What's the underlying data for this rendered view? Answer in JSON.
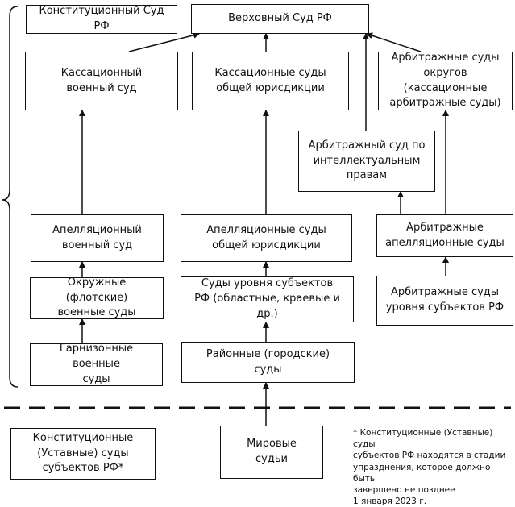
{
  "boxes": {
    "constitutional_court": "Конституционный Суд РФ",
    "supreme_court": "Верховный Суд РФ",
    "cassation_military": "Кассационный\nвоенный суд",
    "cassation_general": "Кассационные суды\nобщей юрисдикции",
    "arbitration_districts": "Арбитражные суды\nокругов (кассационные\nарбитражные суды)",
    "ip_court": "Арбитражный суд по\nинтеллектуальным\nправам",
    "appeal_military": "Апелляционный\nвоенный суд",
    "appeal_general": "Апелляционные суды\nобщей юрисдикции",
    "appeal_arbitration": "Арбитражные\nапелляционные суды",
    "district_military": "Окружные (флотские)\nвоенные суды",
    "regional_courts": "Суды уровня субъектов\nРФ (областные, краевые и др.)",
    "arbitration_regional": "Арбитражные суды\nуровня субъектов РФ",
    "garrison_courts": "Гарнизонные военные\nсуды",
    "district_courts": "Районные (городские)\nсуды",
    "constitutional_subjects": "Конституционные\n(Уставные) суды\nсубъектов РФ*",
    "magistrates": "Мировые\nсудьи"
  },
  "footnote": "* Конституционные (Уставные) суды\nсубъектов РФ находятся в стадии\nупразднения, которое должно быть\nзавершено не позднее\n1 января 2023 г."
}
